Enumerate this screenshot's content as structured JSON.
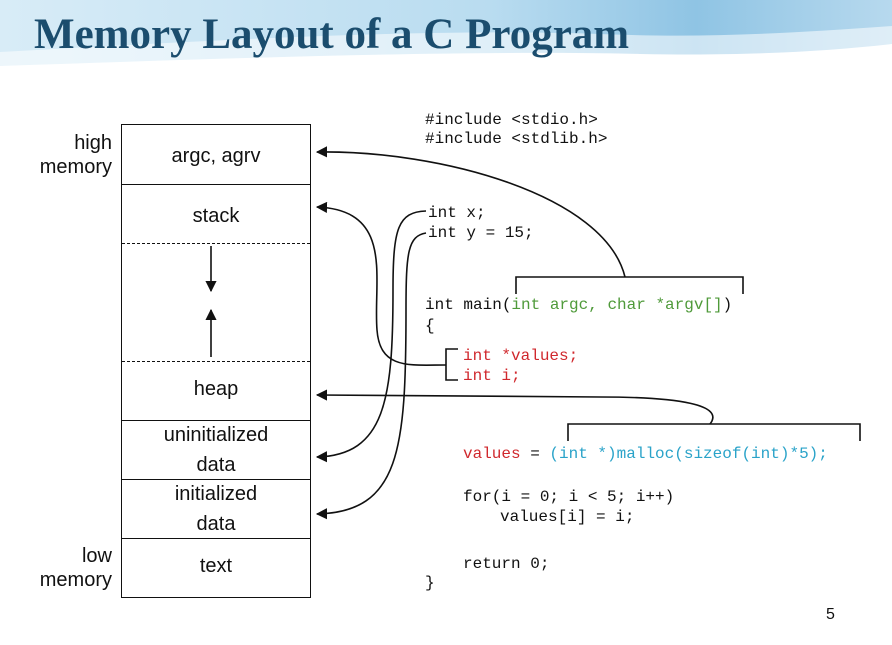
{
  "slide": {
    "title": "Memory Layout of a C Program",
    "page_number": "5"
  },
  "labels": {
    "high_memory_line1": "high",
    "high_memory_line2": "memory",
    "low_memory_line1": "low",
    "low_memory_line2": "memory"
  },
  "segments": {
    "argc": "argc, agrv",
    "stack": "stack",
    "heap": "heap",
    "uninit_line1": "uninitialized",
    "uninit_line2": "data",
    "init_line1": "initialized",
    "init_line2": "data",
    "text": "text"
  },
  "code": {
    "include_stdio": "#include <stdio.h>",
    "include_stdlib": "#include <stdlib.h>",
    "int_x": "int x;",
    "int_y": "int y = 15;",
    "main_prefix": "int main(",
    "main_params": "int argc, char *argv[]",
    "main_suffix": ")",
    "open_brace": "{",
    "local_values": "int *values;",
    "local_i": "int i;",
    "assign_values": "values",
    "assign_eq": " = ",
    "malloc_call": "(int *)malloc(sizeof(int)*5);",
    "for_line": "for(i = 0; i < 5; i++)",
    "assign_loop": "values[i] = i;",
    "return_line": "return 0;",
    "close_brace": "}"
  },
  "colors": {
    "title": "#1b4d6e",
    "params_green": "#4f9a3a",
    "locals_red": "#d0282d",
    "malloc_cyan": "#2aa3c9"
  }
}
